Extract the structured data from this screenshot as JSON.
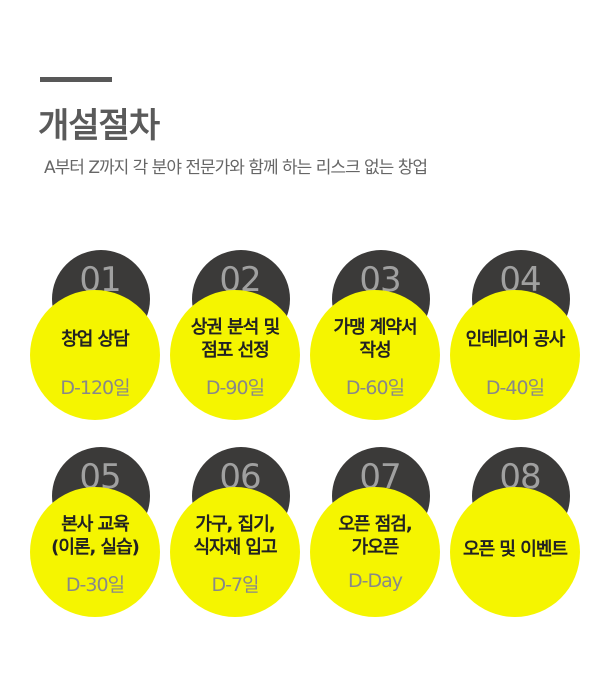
{
  "header": {
    "title": "개설절차",
    "subtitle": "A부터 Z까지 각 분야 전문가와 함께 하는 리스크 없는 창업"
  },
  "steps": [
    {
      "num": "01",
      "label_lines": [
        "창업 상담"
      ],
      "dday": "D-120일"
    },
    {
      "num": "02",
      "label_lines": [
        "상권 분석 및",
        "점포 선정"
      ],
      "dday": "D-90일"
    },
    {
      "num": "03",
      "label_lines": [
        "가맹 계약서",
        "작성"
      ],
      "dday": "D-60일"
    },
    {
      "num": "04",
      "label_lines": [
        "인테리어 공사"
      ],
      "dday": "D-40일"
    },
    {
      "num": "05",
      "label_lines": [
        "본사 교육",
        "(이론, 실습)"
      ],
      "dday": "D-30일"
    },
    {
      "num": "06",
      "label_lines": [
        "가구, 집기,",
        "식자재 입고"
      ],
      "dday": "D-7일"
    },
    {
      "num": "07",
      "label_lines": [
        "오픈 점검,",
        "가오픈"
      ],
      "dday": "D-Day"
    },
    {
      "num": "08",
      "label_lines": [
        "오픈 및 이벤트"
      ],
      "dday": ""
    }
  ],
  "colors": {
    "accent_yellow": "#f5f500",
    "dark_circle": "#3b3a39",
    "title_gray": "#5a5a5a"
  }
}
